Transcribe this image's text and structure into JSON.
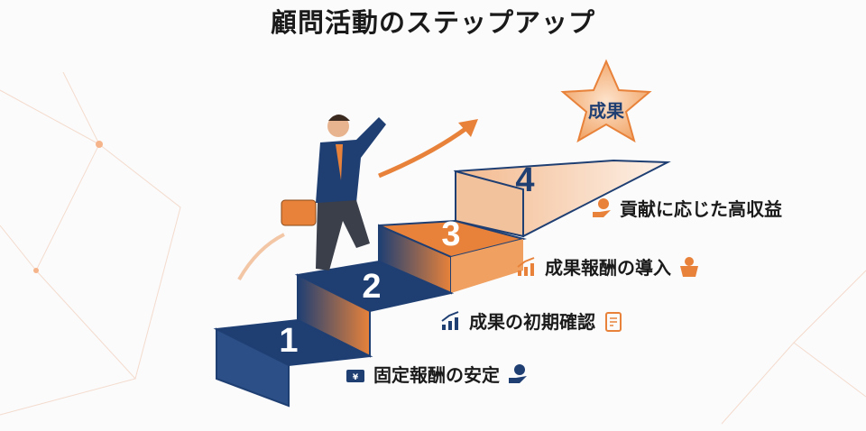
{
  "title": "顧問活動のステップアップ",
  "goal": "成果",
  "steps": [
    {
      "number": "1",
      "label": "固定報酬の安定"
    },
    {
      "number": "2",
      "label": "成果の初期確認"
    },
    {
      "number": "3",
      "label": "成果報酬の導入"
    },
    {
      "number": "4",
      "label": "貢献に応じた高収益"
    }
  ],
  "colors": {
    "navy": "#1f3f73",
    "orange": "#e8823a",
    "light_orange": "#f6c9a5"
  }
}
